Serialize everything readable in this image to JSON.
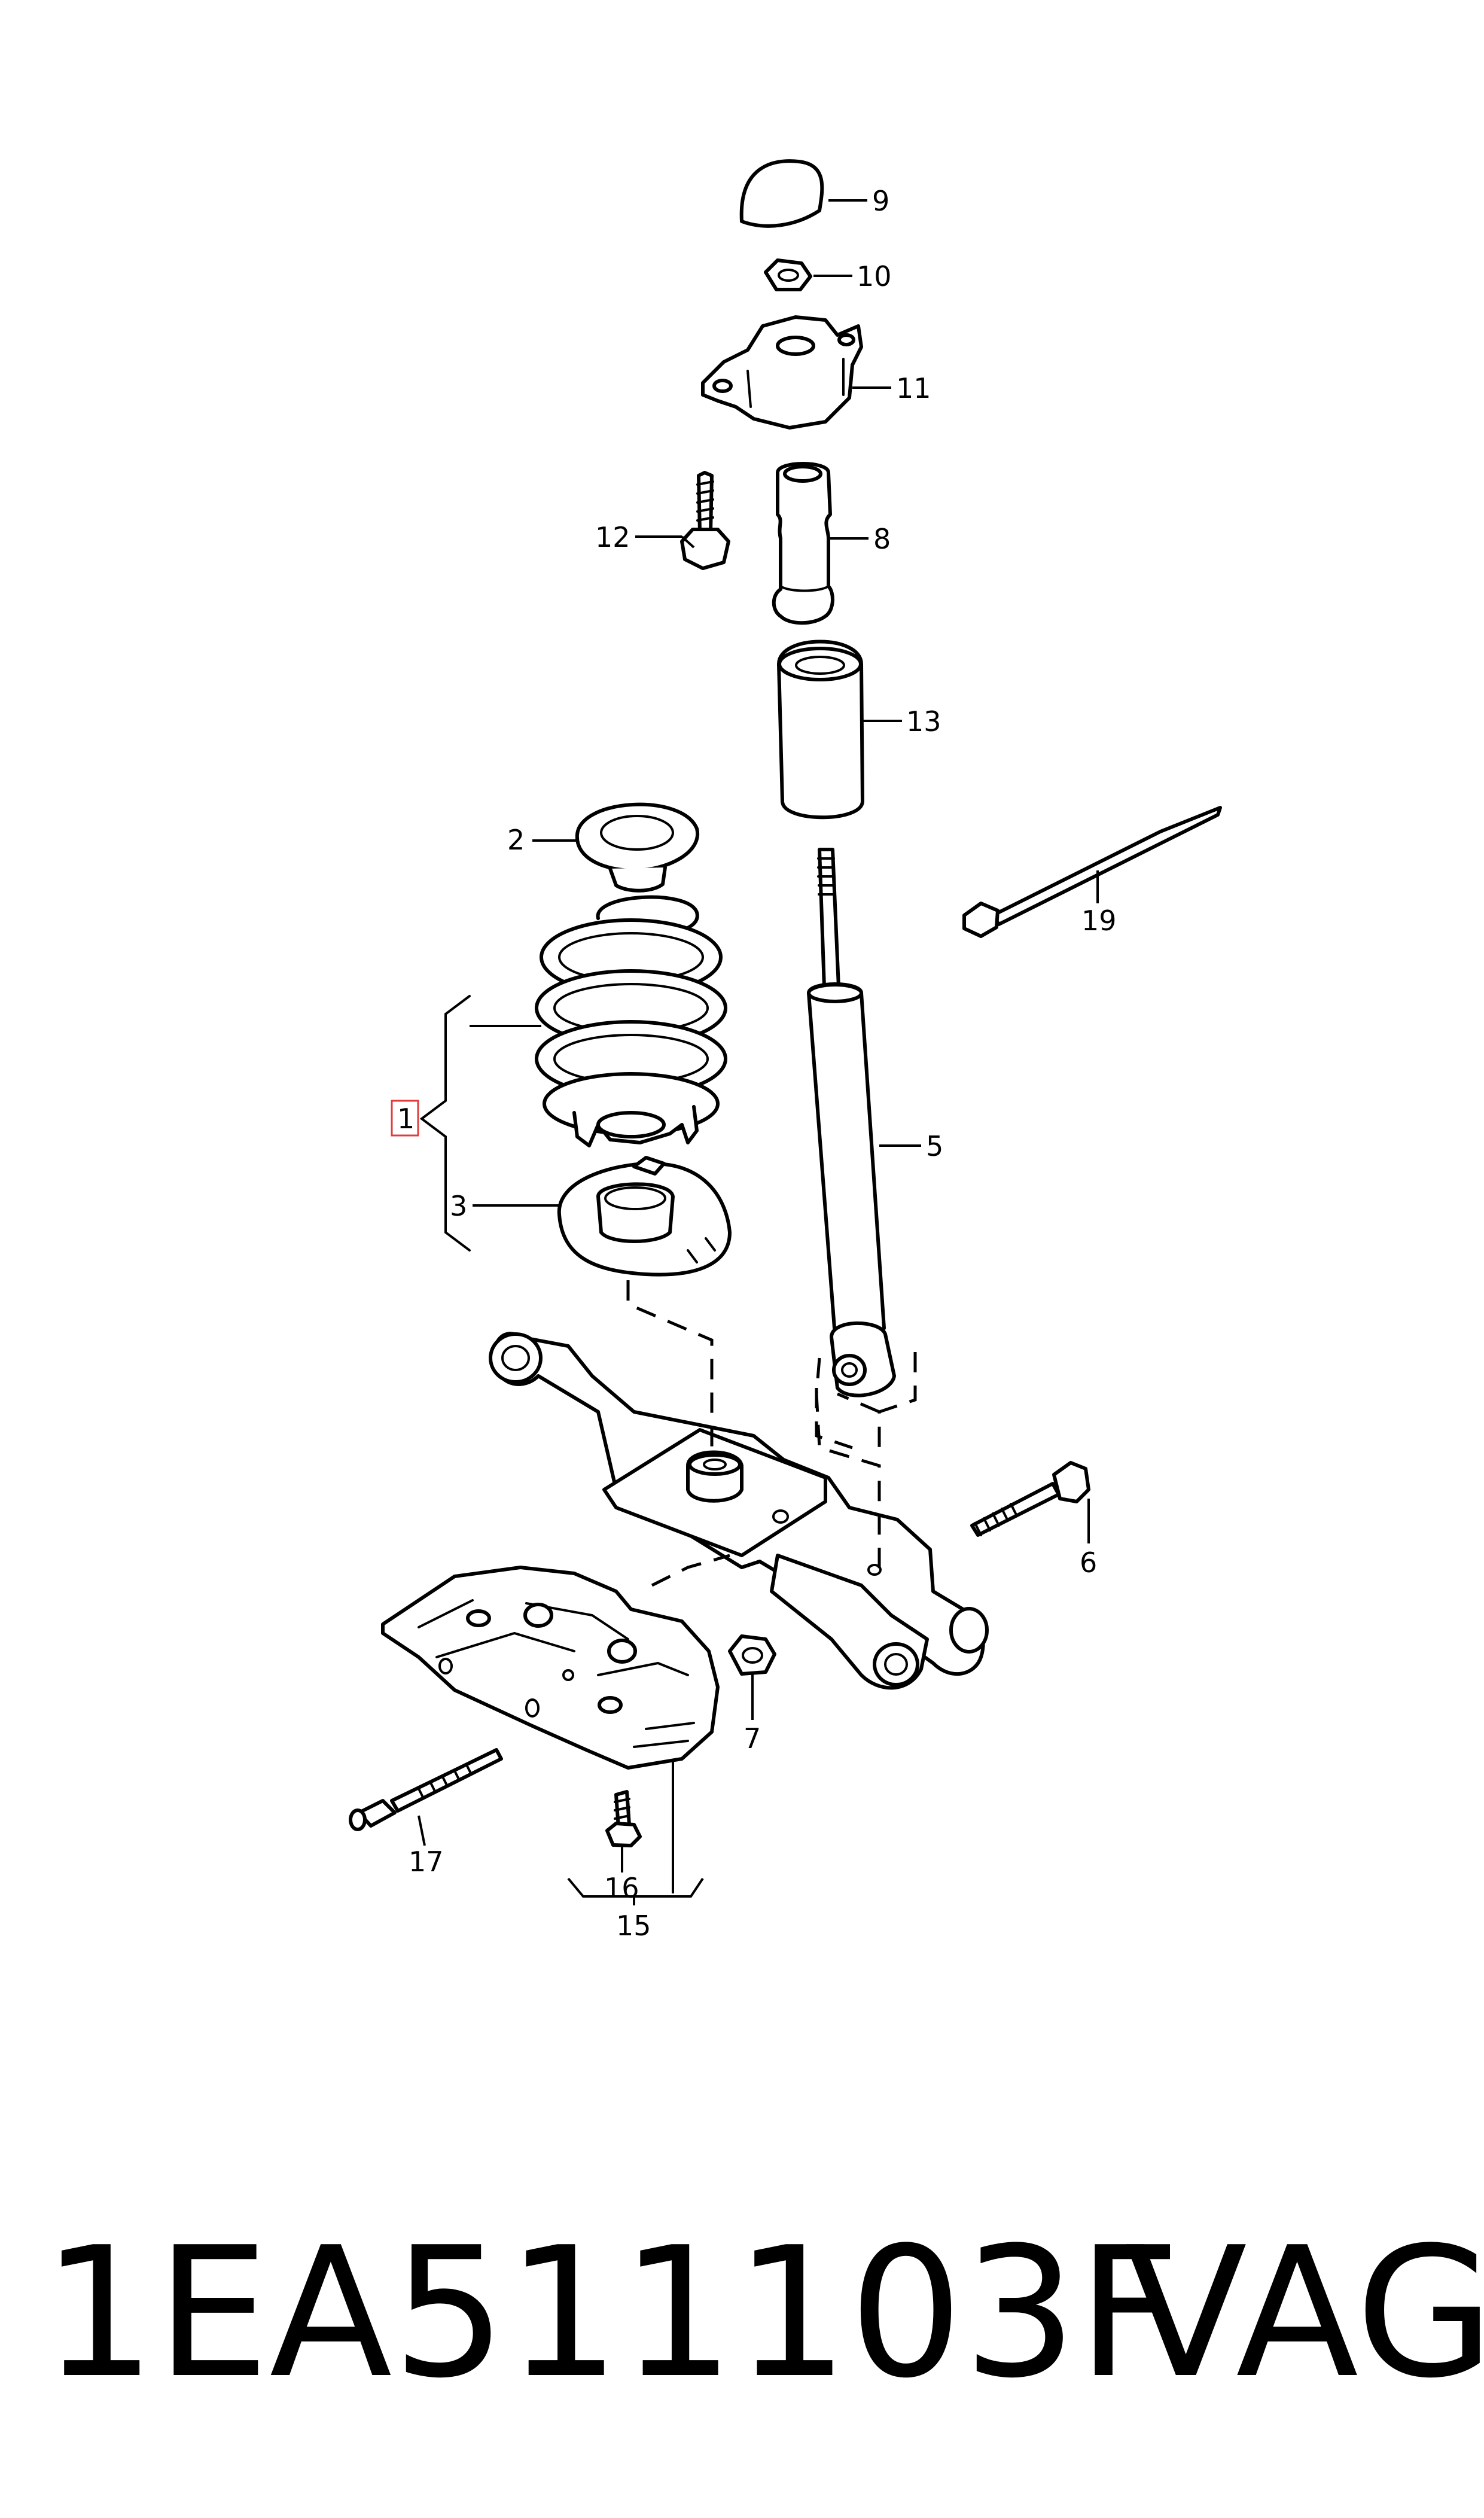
{
  "callouts": {
    "c1": "1",
    "c2": "2",
    "c3": "3",
    "c5": "5",
    "c6": "6",
    "c7": "7",
    "c8": "8",
    "c9": "9",
    "c10": "10",
    "c11": "11",
    "c12": "12",
    "c13": "13",
    "c15": "15",
    "c16": "16",
    "c17": "17",
    "c19": "19"
  },
  "footer": {
    "part_number": "1EA511103F",
    "brand": "VAG"
  },
  "colors": {
    "line": "#000000",
    "background": "#ffffff",
    "highlight_box": "#e03c3c"
  }
}
